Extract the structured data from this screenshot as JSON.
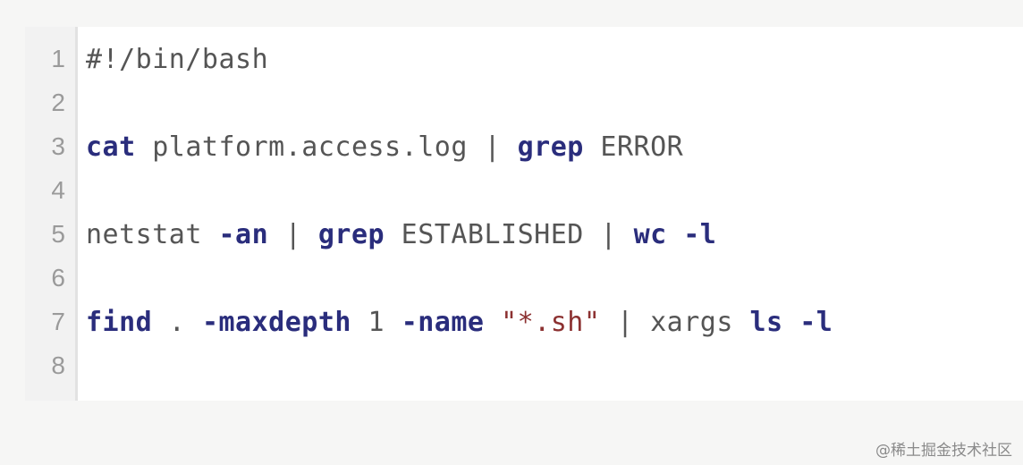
{
  "editor": {
    "lines": [
      {
        "number": "1",
        "tokens": [
          {
            "text": "#!/bin/bash",
            "kind": "plain"
          }
        ]
      },
      {
        "number": "2",
        "tokens": []
      },
      {
        "number": "3",
        "tokens": [
          {
            "text": "cat",
            "kind": "kw"
          },
          {
            "text": " platform.access.log | ",
            "kind": "plain"
          },
          {
            "text": "grep",
            "kind": "kw"
          },
          {
            "text": " ERROR",
            "kind": "plain"
          }
        ]
      },
      {
        "number": "4",
        "tokens": []
      },
      {
        "number": "5",
        "tokens": [
          {
            "text": "netstat ",
            "kind": "plain"
          },
          {
            "text": "-an",
            "kind": "kw"
          },
          {
            "text": " | ",
            "kind": "plain"
          },
          {
            "text": "grep",
            "kind": "kw"
          },
          {
            "text": " ESTABLISHED | ",
            "kind": "plain"
          },
          {
            "text": "wc",
            "kind": "kw"
          },
          {
            "text": " ",
            "kind": "plain"
          },
          {
            "text": "-l",
            "kind": "kw"
          }
        ]
      },
      {
        "number": "6",
        "tokens": []
      },
      {
        "number": "7",
        "tokens": [
          {
            "text": "find",
            "kind": "kw"
          },
          {
            "text": " . ",
            "kind": "plain"
          },
          {
            "text": "-maxdepth",
            "kind": "kw"
          },
          {
            "text": " 1 ",
            "kind": "plain"
          },
          {
            "text": "-name",
            "kind": "kw"
          },
          {
            "text": " ",
            "kind": "plain"
          },
          {
            "text": "\"*.sh\"",
            "kind": "str"
          },
          {
            "text": " | xargs ",
            "kind": "plain"
          },
          {
            "text": "ls",
            "kind": "kw"
          },
          {
            "text": " ",
            "kind": "plain"
          },
          {
            "text": "-l",
            "kind": "kw"
          }
        ]
      },
      {
        "number": "8",
        "tokens": []
      }
    ]
  },
  "watermark": "@稀土掘金技术社区",
  "colors": {
    "keyword": "#2a2d7c",
    "string": "#8c3131",
    "plain": "#555555",
    "line_number": "#9a9a9a"
  }
}
